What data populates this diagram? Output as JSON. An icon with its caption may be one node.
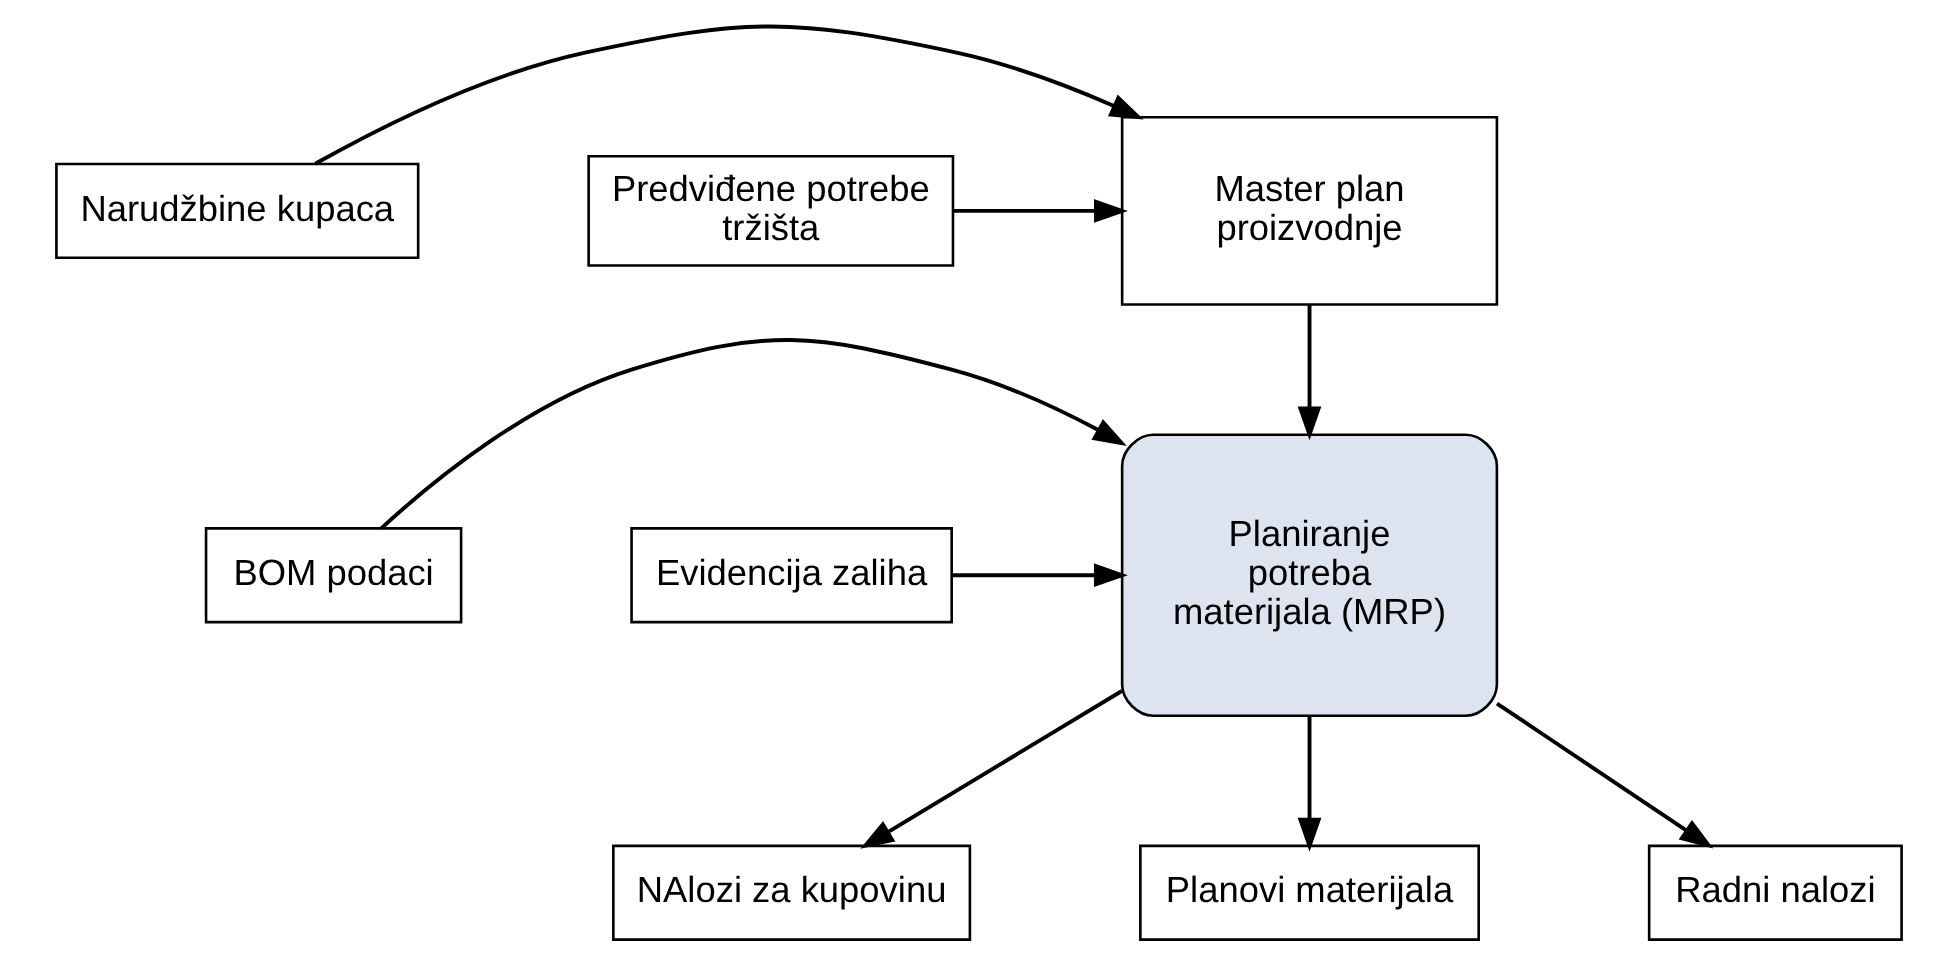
{
  "diagram": {
    "nodes": [
      {
        "text": [
          "Narudžbine kupaca"
        ]
      },
      {
        "text": [
          "Master plan proizvodnje"
        ]
      },
      {
        "text": [
          "Predviđene potrebe tržišta"
        ]
      },
      {
        "text": [
          "BOM podaci"
        ]
      },
      {
        "text": [
          "Planiranje potreba materijala (MRP)"
        ]
      },
      {
        "text": [
          "Evidencija zaliha"
        ]
      },
      {
        "text": [
          "NAlozi za kupovinu"
        ]
      },
      {
        "text": [
          "Planovi materijala"
        ]
      },
      {
        "text": [
          "Radni nalozi"
        ]
      }
    ],
    "edges": [
      {
        "from": 0,
        "to": 1,
        "arrow": "to"
      },
      {
        "from": 2,
        "to": 1,
        "arrow": "to"
      },
      {
        "from": 1,
        "to": 4,
        "arrow": "to"
      },
      {
        "from": 3,
        "to": 4,
        "arrow": "to"
      },
      {
        "from": 5,
        "to": 4,
        "arrow": "to"
      },
      {
        "from": 4,
        "to": 6,
        "arrow": "to"
      },
      {
        "from": 4,
        "to": 7,
        "arrow": "to"
      },
      {
        "from": 4,
        "to": 8,
        "arrow": "to"
      }
    ]
  }
}
